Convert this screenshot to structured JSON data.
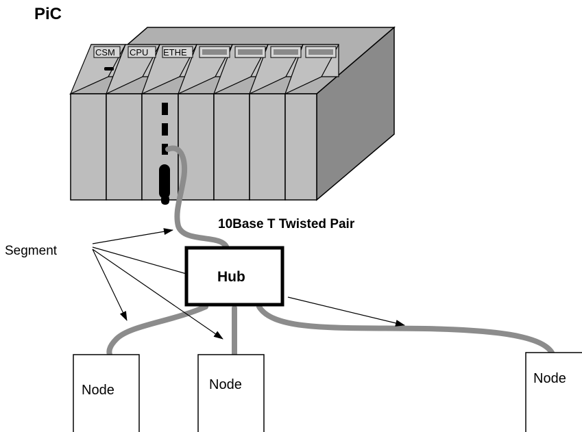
{
  "plc": {
    "title": "PiC",
    "modules": [
      "CSM",
      "CPU",
      "ETHE"
    ]
  },
  "cable": {
    "label": "10Base T Twisted Pair"
  },
  "segment": {
    "label": "Segment"
  },
  "hub": {
    "label": "Hub"
  },
  "nodes": [
    {
      "label": "Node"
    },
    {
      "label": "Node"
    },
    {
      "label": "Node"
    }
  ],
  "colors": {
    "rack_front": "#bdbdbd",
    "rack_top": "#b0b0b0",
    "rack_side": "#8a8a8a",
    "cable": "#8c8c8c",
    "outline": "#000000"
  }
}
